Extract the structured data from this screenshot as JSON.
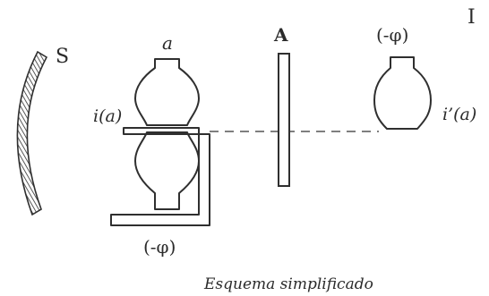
{
  "labels": {
    "corner": "I",
    "source": "S",
    "object": "a",
    "screen": "A",
    "image_top": "(-φ)",
    "image_left": "i(a)",
    "image_right": "i’(a)",
    "bottom_phi": "(-φ)",
    "caption": "Esquema simplificado"
  }
}
